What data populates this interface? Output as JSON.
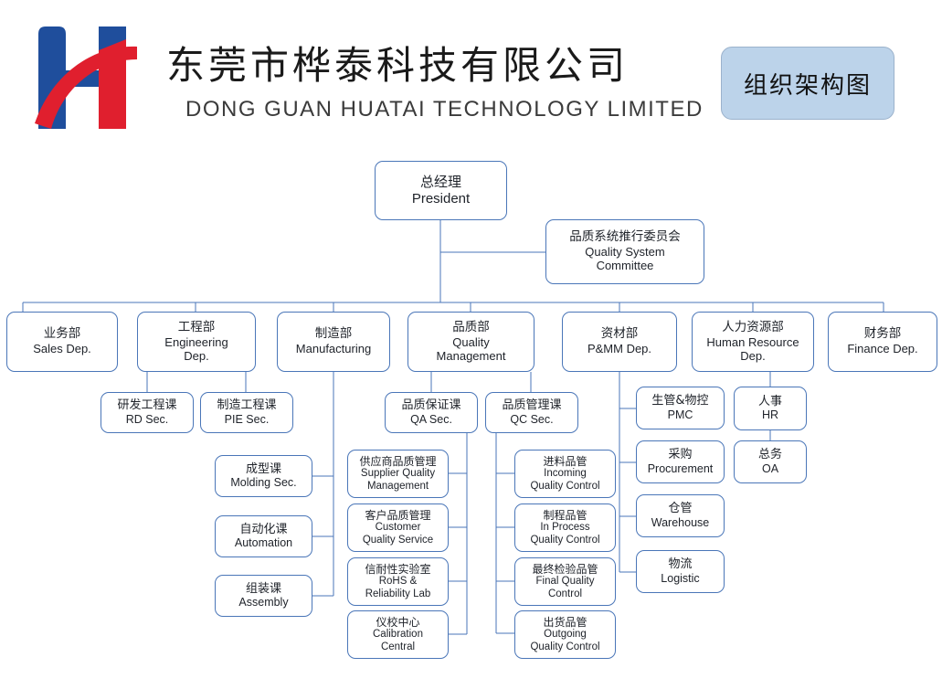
{
  "header": {
    "logo_icon": "huatai-h-swoosh-logo",
    "logo_blue": "#1f4e9c",
    "logo_red": "#e01f2e",
    "company_name_cn": "东莞市桦泰科技有限公司",
    "company_name_en": "DONG GUAN  HUATAI  TECHNOLOGY  LIMITED",
    "title_badge": "组织架构图",
    "badge_fill": "#bcd3ea",
    "badge_border": "#9bb2cc"
  },
  "chart_style": {
    "node_border": "#4a76b8",
    "node_fill": "#ffffff",
    "line_color": "#4a76b8"
  },
  "nodes": {
    "president": {
      "cn": "总经理",
      "en": "President"
    },
    "qsc": {
      "cn": "品质系统推行委员会",
      "en": "Quality System",
      "en2": "Committee"
    },
    "sales": {
      "cn": "业务部",
      "en": "Sales Dep."
    },
    "engineering": {
      "cn": "工程部",
      "en": "Engineering",
      "en2": "Dep."
    },
    "manufacturing": {
      "cn": "制造部",
      "en": "Manufacturing"
    },
    "quality": {
      "cn": "品质部",
      "en": "Quality",
      "en2": "Management"
    },
    "pmm": {
      "cn": "资材部",
      "en": "P&MM Dep."
    },
    "hrdep": {
      "cn": "人力资源部",
      "en": "Human Resource",
      "en2": "Dep."
    },
    "finance": {
      "cn": "财务部",
      "en": "Finance Dep."
    },
    "rd": {
      "cn": "研发工程课",
      "en": "RD Sec."
    },
    "pie": {
      "cn": "制造工程课",
      "en": "PIE Sec."
    },
    "qa": {
      "cn": "品质保证课",
      "en": "QA Sec."
    },
    "qc": {
      "cn": "品质管理课",
      "en": "QC Sec."
    },
    "molding": {
      "cn": "成型课",
      "en": "Molding Sec."
    },
    "automation": {
      "cn": "自动化课",
      "en": "Automation"
    },
    "assembly": {
      "cn": "组装课",
      "en": "Assembly"
    },
    "sqm": {
      "cn": "供应商品质管理",
      "en": "Supplier Quality",
      "en2": "Management"
    },
    "cqs": {
      "cn": "客户品质管理",
      "en": "Customer",
      "en2": "Quality Service"
    },
    "rohs": {
      "cn": "信耐性实验室",
      "en": "RoHS &",
      "en2": "Reliability Lab"
    },
    "calib": {
      "cn": "仪校中心",
      "en": "Calibration",
      "en2": "Central"
    },
    "iqc": {
      "cn": "进料品管",
      "en": "Incoming",
      "en2": "Quality Control"
    },
    "ipqc": {
      "cn": "制程品管",
      "en": "In Process",
      "en2": "Quality Control"
    },
    "fqc": {
      "cn": "最终检验品管",
      "en": "Final Quality",
      "en2": "Control"
    },
    "oqc": {
      "cn": "出货品管",
      "en": "Outgoing",
      "en2": "Quality Control"
    },
    "pmc": {
      "cn": "生管&物控",
      "en": "PMC"
    },
    "procurement": {
      "cn": "采购",
      "en": "Procurement"
    },
    "warehouse": {
      "cn": "仓管",
      "en": "Warehouse"
    },
    "logistic": {
      "cn": "物流",
      "en": "Logistic"
    },
    "hr": {
      "cn": "人事",
      "en": "HR"
    },
    "oa": {
      "cn": "总务",
      "en": "OA"
    }
  }
}
